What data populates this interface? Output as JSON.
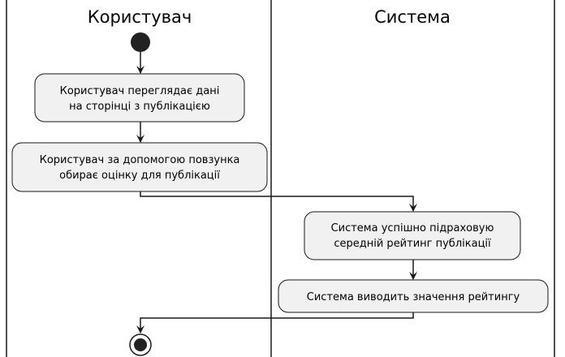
{
  "swimlanes": [
    {
      "title": "Користувач"
    },
    {
      "title": "Система"
    }
  ],
  "activities": [
    {
      "lines": [
        "Користувач переглядає дані",
        "на сторінці з публікацією"
      ]
    },
    {
      "lines": [
        "Користувач за допомогою повзунка",
        "обирає оцінку для публікації"
      ]
    },
    {
      "lines": [
        "Система успішно підраховую",
        "середній рейтинг публікації"
      ]
    },
    {
      "lines": [
        "Система виводить значення рейтингу"
      ]
    }
  ],
  "colors": {
    "activity_fill": "#f1f1f1",
    "stroke": "#181818",
    "node_fill": "#222222"
  }
}
